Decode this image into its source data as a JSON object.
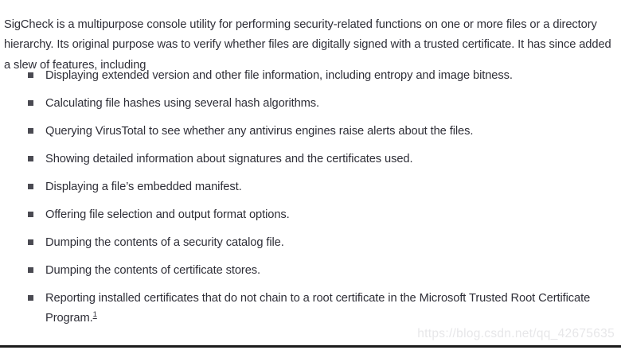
{
  "document": {
    "intro_paragraph": "SigCheck is a multipurpose console utility for performing security-related functions on one or more files or a directory hierarchy. Its original purpose was to verify whether files are digitally signed with a trusted certificate. It has since added a slew of features, including",
    "features": [
      {
        "text": "Displaying extended version and other file information, including entropy and image bitness.",
        "footnote": ""
      },
      {
        "text": "Calculating file hashes using several hash algorithms.",
        "footnote": ""
      },
      {
        "text": "Querying VirusTotal to see whether any antivirus engines raise alerts about the files.",
        "footnote": ""
      },
      {
        "text": "Showing detailed information about signatures and the certificates used.",
        "footnote": ""
      },
      {
        "text": "Displaying a file’s embedded manifest.",
        "footnote": ""
      },
      {
        "text": "Offering file selection and output format options.",
        "footnote": ""
      },
      {
        "text": "Dumping the contents of a security catalog file.",
        "footnote": ""
      },
      {
        "text": "Dumping the contents of certificate stores.",
        "footnote": ""
      },
      {
        "text": "Reporting installed certificates that do not chain to a root certificate in the Microsoft Trusted Root Certificate Program.",
        "footnote": "1"
      }
    ],
    "watermark": "https://blog.csdn.net/qq_42675635",
    "bullet_glyph": "filled-square",
    "colors": {
      "text": "#2f2f38",
      "bullet": "#4a4a52",
      "watermark": "#e7e7e9",
      "rule": "#1b1b1b",
      "background": "#ffffff"
    }
  }
}
